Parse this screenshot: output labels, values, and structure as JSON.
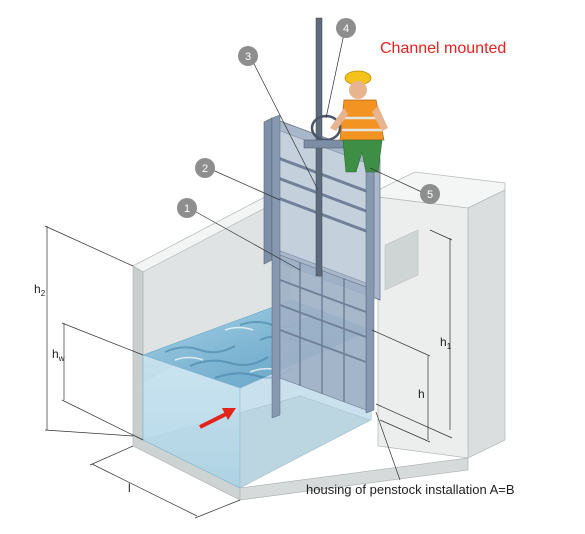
{
  "title": "Channel mounted",
  "title_color": "#e8231f",
  "callouts": [
    "1",
    "2",
    "3",
    "4",
    "5"
  ],
  "dimensions": {
    "h2": "h",
    "h2_sub": "2",
    "hw": "h",
    "hw_sub": "w",
    "h1": "h",
    "h1_sub": "1",
    "h": "h",
    "l": "l"
  },
  "caption": "housing of penstock installation A=B",
  "colors": {
    "water": "#8fc3dc",
    "water_dark": "#4f8fb3",
    "concrete": "#e9ecec",
    "frame": "#8d9eb4",
    "flow_arrow": "#e3231b",
    "callout_fill": "#8e8e8e"
  }
}
